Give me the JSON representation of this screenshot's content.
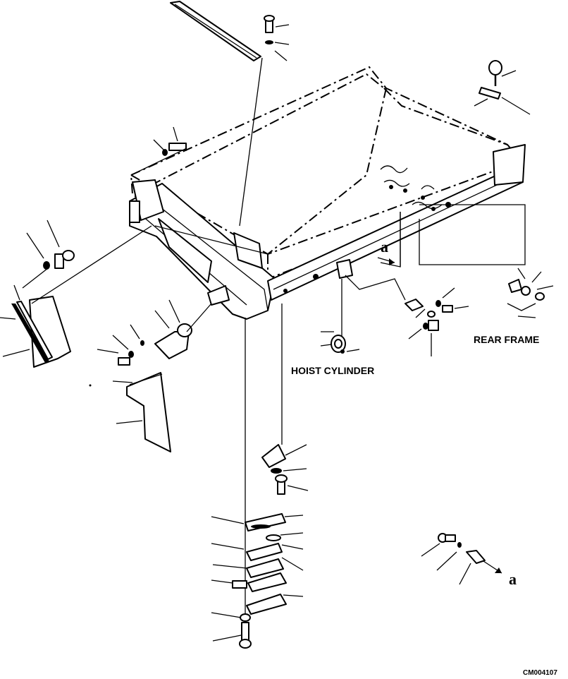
{
  "labels": {
    "rear_frame": "REAR FRAME",
    "hoist_cylinder": "HOIST CYLINDER",
    "ref_a_top": "a",
    "ref_a_bottom": "a",
    "drawing_number": "CM004107"
  }
}
